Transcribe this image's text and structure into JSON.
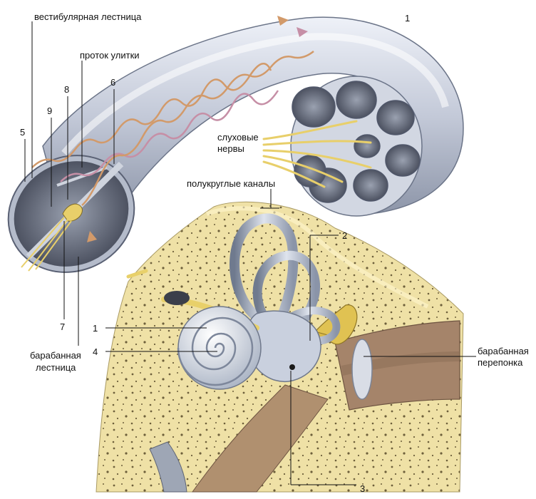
{
  "labels": {
    "vestibular_scala": "вестибулярная лестница",
    "cochlear_duct": "проток улитки",
    "auditory_nerves_1": "слуховые",
    "auditory_nerves_2": "нервы",
    "semicircular_canals": "полукруглые каналы",
    "tympanic_scala_1": "барабанная",
    "tympanic_scala_2": "лестница",
    "eardrum_1": "барабанная",
    "eardrum_2": "перепонка",
    "n1_top": "1",
    "n2": "2",
    "n3": "3",
    "n4": "4",
    "n5": "5",
    "n6": "6",
    "n7": "7",
    "n8": "8",
    "n9": "9",
    "n1_left": "1"
  }
}
